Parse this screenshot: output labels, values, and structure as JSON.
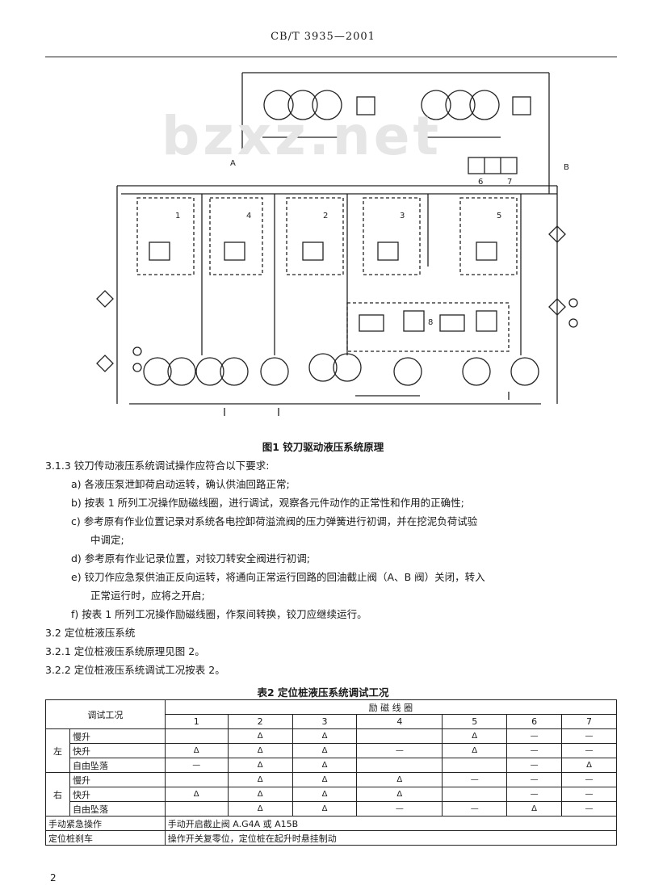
{
  "header": {
    "standard_code": "CB/T 3935—2001"
  },
  "watermark": "bzxz.net",
  "figure": {
    "caption": "图1   铰刀驱动液压系统原理",
    "valve_labels": [
      "1",
      "4",
      "2",
      "3",
      "5"
    ],
    "labels": {
      "a": "A",
      "b": "B",
      "six": "6",
      "seven": "7",
      "eight": "8"
    }
  },
  "section": {
    "lines": [
      {
        "id": "s313",
        "text": "3.1.3   铰刀传动液压系统调试操作应符合以下要求:"
      },
      {
        "id": "a",
        "text": "a)   各液压泵泄卸荷启动运转，确认供油回路正常;"
      },
      {
        "id": "b",
        "text": "b)   按表 1 所列工况操作励磁线圈，进行调试，观察各元件动作的正常性和作用的正确性;"
      },
      {
        "id": "c1",
        "text": "c)   参考原有作业位置记录对系统各电控卸荷溢流阀的压力弹簧进行初调，并在挖泥负荷试验"
      },
      {
        "id": "c2",
        "text": "中调定;"
      },
      {
        "id": "d",
        "text": "d)   参考原有作业记录位置，对铰刀转安全阀进行初调;"
      },
      {
        "id": "e1",
        "text": "e)   铰刀作应急泵供油正反向运转，将通向正常运行回路的回油截止阀（A、B 阀）关闭，转入"
      },
      {
        "id": "e2",
        "text": "正常运行时，应将之开启;"
      },
      {
        "id": "f",
        "text": "f)   按表 1 所列工况操作励磁线圈，作泵间转换，铰刀应继续运行。"
      },
      {
        "id": "s32",
        "text": "3.2   定位桩液压系统"
      },
      {
        "id": "s321",
        "text": "3.2.1   定位桩液压系统原理见图 2。"
      },
      {
        "id": "s322",
        "text": "3.2.2   定位桩液压系统调试工况按表 2。"
      }
    ]
  },
  "table2": {
    "title": "表2   定位桩液压系统调试工况",
    "header_condition": "调试工况",
    "header_coil_group": "励   磁   线   圈",
    "coil_numbers": [
      "1",
      "2",
      "3",
      "4",
      "5",
      "6",
      "7"
    ],
    "mark": "Δ",
    "dash": "—",
    "groups": [
      {
        "name": "左",
        "rows": [
          {
            "label": "慢升",
            "cells": [
              "",
              "Δ",
              "Δ",
              "",
              "Δ",
              "—",
              "—"
            ]
          },
          {
            "label": "快升",
            "cells": [
              "Δ",
              "Δ",
              "Δ",
              "—",
              "Δ",
              "—",
              "—"
            ]
          },
          {
            "label": "自由坠落",
            "cells": [
              "—",
              "Δ",
              "Δ",
              "",
              "",
              "—",
              "Δ"
            ]
          }
        ]
      },
      {
        "name": "右",
        "rows": [
          {
            "label": "慢升",
            "cells": [
              "",
              "Δ",
              "Δ",
              "Δ",
              "—",
              "—",
              "—"
            ]
          },
          {
            "label": "快升",
            "cells": [
              "Δ",
              "Δ",
              "Δ",
              "Δ",
              "",
              "—",
              "—"
            ]
          },
          {
            "label": "自由坠落",
            "cells": [
              "",
              "Δ",
              "Δ",
              "—",
              "—",
              "Δ",
              "—"
            ]
          }
        ]
      }
    ],
    "manual_operation": {
      "label": "手动紧急操作",
      "value": "手动开启截止阀 A.G4A 或 A15B"
    },
    "pile_brake": {
      "label": "定位桩刹车",
      "value": "操作开关复零位，定位桩在起升时悬挂制动"
    }
  },
  "page_number": "2"
}
